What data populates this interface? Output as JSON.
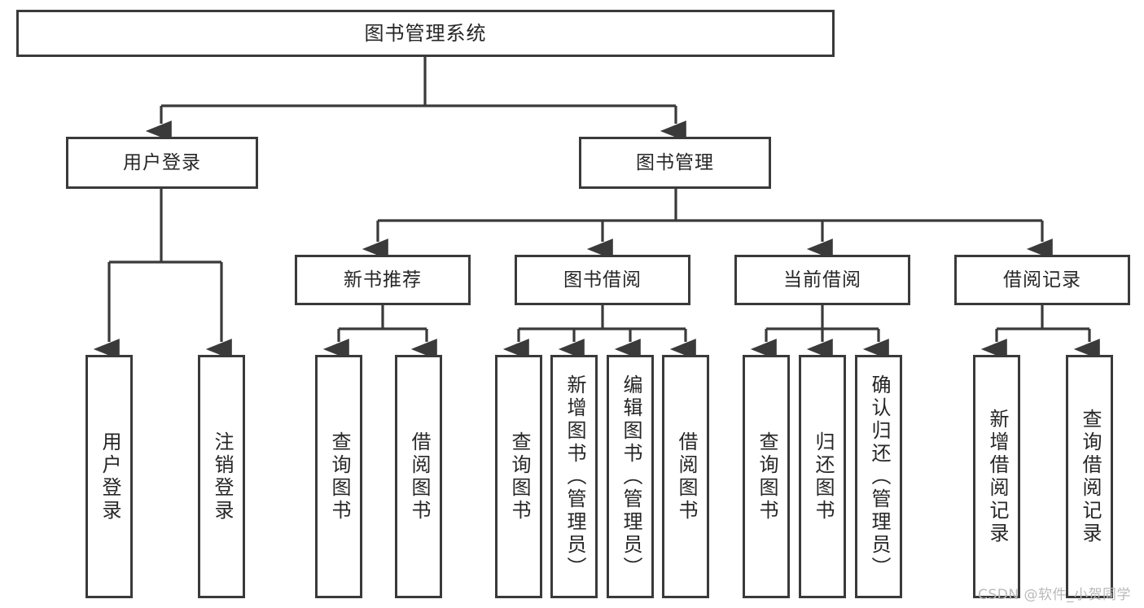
{
  "diagram": {
    "title": "图书管理系统",
    "type": "tree",
    "watermark": "CSDN @软件_小贺同学",
    "colors": {
      "background": "#ffffff",
      "box_border": "#3a3a3a",
      "box_fill": "#ffffff",
      "text": "#262626",
      "connector": "#3a3a3a",
      "watermark": "#b9b9b9"
    },
    "root": {
      "label": "图书管理系统"
    },
    "level1": [
      {
        "label": "用户登录"
      },
      {
        "label": "图书管理"
      }
    ],
    "level2": [
      {
        "label": "新书推荐"
      },
      {
        "label": "图书借阅"
      },
      {
        "label": "当前借阅"
      },
      {
        "label": "借阅记录"
      }
    ],
    "leaves": {
      "user_login": [
        {
          "label": "用户登录"
        },
        {
          "label": "注销登录"
        }
      ],
      "new_book": [
        {
          "label": "查询图书"
        },
        {
          "label": "借阅图书"
        }
      ],
      "borrow_book": [
        {
          "label": "查询图书"
        },
        {
          "label": "新增图书（管理员）"
        },
        {
          "label": "编辑图书（管理员）"
        },
        {
          "label": "借阅图书"
        }
      ],
      "current_borrow": [
        {
          "label": "查询图书"
        },
        {
          "label": "归还图书"
        },
        {
          "label": "确认归还（管理员）"
        }
      ],
      "borrow_record": [
        {
          "label": "新增借阅记录"
        },
        {
          "label": "查询借阅记录"
        }
      ]
    }
  }
}
